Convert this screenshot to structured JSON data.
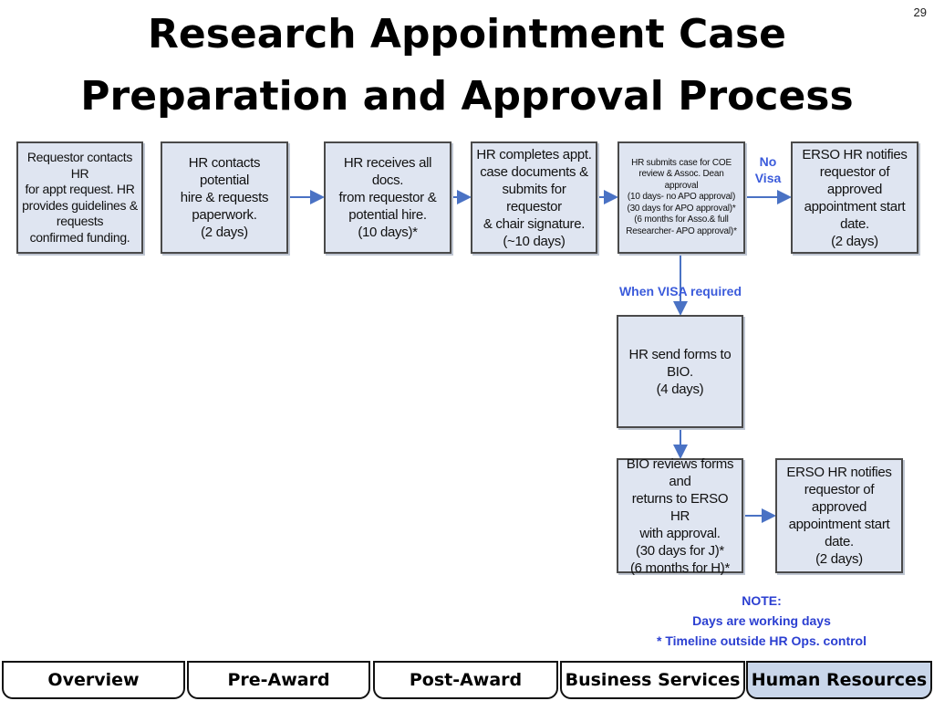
{
  "slide": {
    "title_line1": "Research Appointment Case",
    "title_line2": "Preparation and Approval Process",
    "page_number": "29"
  },
  "flow": {
    "box1": "Requestor contacts HR\nfor appt request. HR\nprovides guidelines &\nrequests\nconfirmed funding.",
    "box2": "HR contacts potential\nhire & requests\npaperwork.\n(2 days)",
    "box3": "HR receives all docs.\nfrom requestor &\npotential hire.\n(10 days)*",
    "box4": "HR completes appt.\ncase documents &\nsubmits for requestor\n& chair signature.\n(~10 days)",
    "box5": "HR submits case for COE\nreview & Assoc. Dean\napproval\n(10 days- no APO approval)\n(30 days for APO approval)*\n(6 months for Asso.& full\nResearcher- APO approval)*",
    "box6": "ERSO HR notifies\nrequestor of approved\nappointment start\ndate.\n(2 days)",
    "box7": "HR send forms to BIO.\n(4 days)",
    "box8": "BIO reviews forms and\nreturns to ERSO HR\nwith approval.\n(30 days for J)*\n(6 months for H)*",
    "box9": "ERSO HR notifies\nrequestor of approved\nappointment start\ndate.\n(2 days)",
    "label_no_visa": "No\nVisa",
    "label_visa_required": "When VISA required"
  },
  "note": {
    "line1": "NOTE:",
    "line2": "Days are working days",
    "line3": "* Timeline outside HR Ops. control"
  },
  "tabs": [
    {
      "label": "Overview",
      "active": false
    },
    {
      "label": "Pre-Award",
      "active": false
    },
    {
      "label": "Post-Award",
      "active": false
    },
    {
      "label": "Business Services",
      "active": false
    },
    {
      "label": "Human Resources",
      "active": true
    }
  ],
  "colors": {
    "box_fill": "#dfe5f1",
    "arrow": "#4a72c4",
    "label_blue": "#3b5bdb",
    "active_tab": "#c9d6ea"
  }
}
